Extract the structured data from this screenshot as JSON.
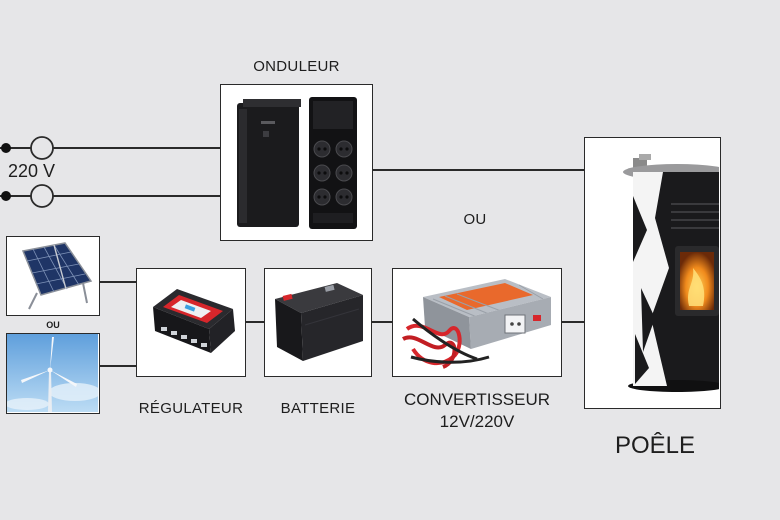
{
  "labels": {
    "onduleur": "ONDULEUR",
    "mains": "220 V",
    "ou_middle": "OU",
    "ou_small": "OU",
    "regulateur": "RÉGULATEUR",
    "batterie": "BATTERIE",
    "convertisseur": "CONVERTISSEUR",
    "convertisseur_spec": "12V/220V",
    "poele": "POÊLE"
  },
  "colors": {
    "background": "#e6e6e8",
    "line": "#2a2a2a",
    "box_border": "#2a2a2a",
    "converter_accent": "#e9692c",
    "regulator_accent": "#d7262b",
    "flame": "#f08a1c"
  },
  "icons": {
    "ups": "ups-unit-icon",
    "solar": "solar-panel-icon",
    "wind": "wind-turbine-icon",
    "regulator": "charge-regulator-icon",
    "battery": "battery-icon",
    "inverter": "power-inverter-icon",
    "stove": "pellet-stove-icon"
  }
}
